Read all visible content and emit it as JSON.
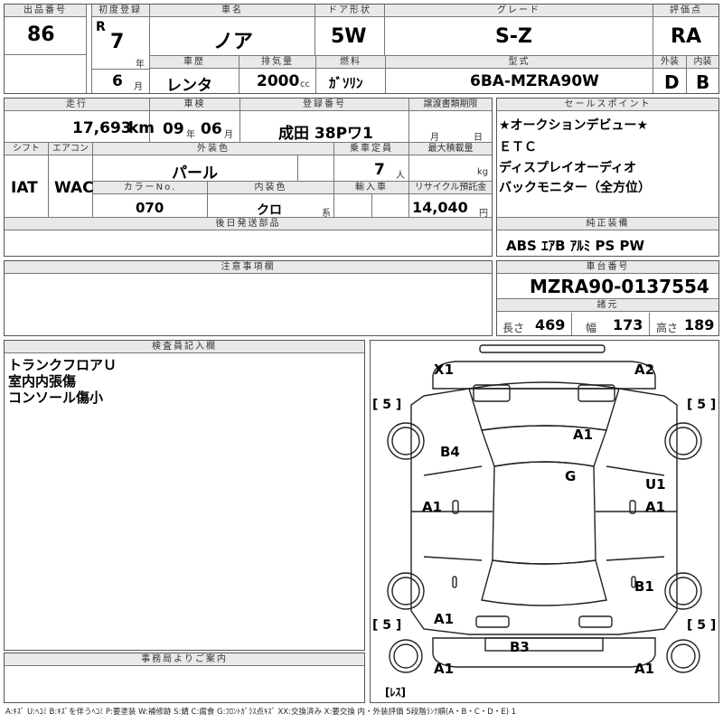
{
  "header": {
    "lot_label": "出品番号",
    "lot": "86",
    "first_reg_label": "初度登録",
    "era": "R",
    "year": "7",
    "year_unit": "年",
    "month": "6",
    "month_unit": "月",
    "car_name_label": "車名",
    "car_name": "ノア",
    "door_label": "ドア形状",
    "door": "5W",
    "grade_label": "グレード",
    "grade": "S-Z",
    "score_label": "評価点",
    "score": "RA",
    "history_label": "車歴",
    "history": "レンタ",
    "displacement_label": "排気量",
    "displacement": "2000",
    "displacement_unit": "cc",
    "fuel_label": "燃料",
    "fuel": "ｶﾞｿﾘﾝ",
    "model_label": "型式",
    "model": "6BA-MZRA90W",
    "ext_label": "外装",
    "ext": "D",
    "int_label": "内装",
    "int": "B"
  },
  "row2": {
    "mileage_label": "走行",
    "mileage": "17,693",
    "mileage_unit": "km",
    "inspection_label": "車検",
    "inspection_year": "09",
    "inspection_year_unit": "年",
    "inspection_month": "06",
    "inspection_month_unit": "月",
    "reg_label": "登録番号",
    "reg": "成田 38Pワ1",
    "transfer_label": "譲渡書類期限",
    "transfer_month_unit": "月",
    "transfer_day_unit": "日",
    "shift_label": "シフト",
    "shift": "IAT",
    "ac_label": "エアコン",
    "ac": "WAC",
    "color_label": "外装色",
    "color": "パール",
    "capacity_label": "乗車定員",
    "capacity": "7",
    "capacity_unit": "人",
    "load_label": "最大積載量",
    "load_unit": "kg",
    "color_no_label": "カラーNo.",
    "color_no": "070",
    "interior_color_label": "内装色",
    "interior_color": "クロ",
    "interior_color_unit": "系",
    "import_label": "輸入車",
    "recycle_label": "リサイクル預託金",
    "recycle": "14,040",
    "recycle_unit": "円",
    "later_parts_label": "後日発送部品"
  },
  "sales_points": {
    "label": "セールスポイント",
    "items": [
      "★オークションデビュー★",
      "ＥＴＣ",
      "ディスプレイオーディオ",
      "バックモニター（全方位）"
    ]
  },
  "equipment": {
    "label": "純正装備",
    "value": "ABS ｴｱB ｱﾙﾐ PS PW"
  },
  "notes": {
    "label": "注意事項欄"
  },
  "chassis": {
    "label": "車台番号",
    "value": "MZRA90-0137554"
  },
  "specs": {
    "label": "諸元",
    "length_label": "長さ",
    "length": "469",
    "width_label": "幅",
    "width": "173",
    "height_label": "高さ",
    "height": "189"
  },
  "inspector": {
    "label": "検査員記入欄",
    "lines": [
      "トランクフロアＵ",
      "室内内張傷",
      "コンソール傷小"
    ]
  },
  "office": {
    "label": "事務局よりご案内"
  },
  "diagram": {
    "marks": {
      "x1": "X1",
      "a2": "A2",
      "a1_hood": "A1",
      "b4": "B4",
      "g": "G",
      "u1": "U1",
      "a1_left": "A1",
      "a1_right": "A1",
      "b1": "B1",
      "a1_rear_left": "A1",
      "b3": "B3",
      "a1_bl": "A1",
      "a1_br": "A1"
    },
    "tire_tl": "[ 5 ]",
    "tire_tr": "[ 5 ]",
    "tire_bl": "[ 5 ]",
    "tire_br": "[ 5 ]",
    "spare": "[ﾚｽ]"
  },
  "legend": "A:ｷｽﾞ U:ﾍｺﾐ B:ｷｽﾞを伴うﾍｺﾐ P:要塗装 W:補修跡 S:錆 C:腐食 G:ﾌﾛﾝﾄｶﾞﾗｽ点ｷｽﾞ XX:交換済み X:要交換 内・外装評価 5段階ﾗﾝｸ順(A・B・C・D・E) 1"
}
